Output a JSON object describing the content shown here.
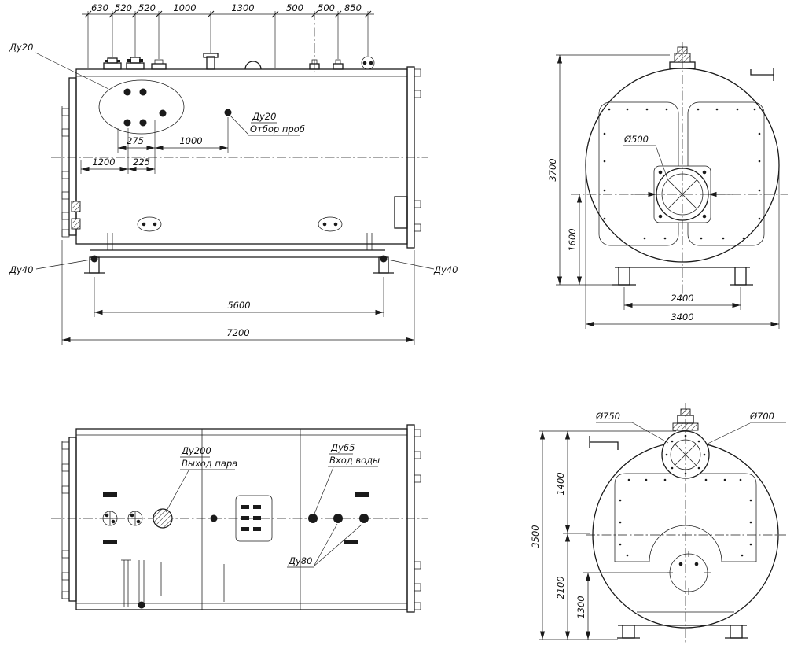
{
  "views": {
    "side": {
      "chain": [
        "630",
        "520",
        "520",
        "1000",
        "1300",
        "500",
        "500",
        "850"
      ],
      "du20": "Ду20",
      "sample_du20": "Ду20",
      "sample_label": "Отбор проб",
      "d275": "275",
      "d1000": "1000",
      "d1200": "1200",
      "d225": "225",
      "du40_left": "Ду40",
      "du40_right": "Ду40",
      "d5600": "5600",
      "d7200": "7200"
    },
    "front": {
      "d500": "Ø500",
      "d3700": "3700",
      "d1600": "1600",
      "d2400": "2400",
      "d3400": "3400"
    },
    "plan": {
      "du200": "Ду200",
      "steam_out": "Выход пара",
      "du65": "Ду65",
      "water_in": "Вход воды",
      "du80": "Ду80"
    },
    "rear": {
      "d750": "Ø750",
      "d700": "Ø700",
      "d3500": "3500",
      "d1400": "1400",
      "d2100": "2100",
      "d1300": "1300"
    }
  },
  "colors": {
    "line": "#1a1a1a",
    "background": "#ffffff"
  }
}
